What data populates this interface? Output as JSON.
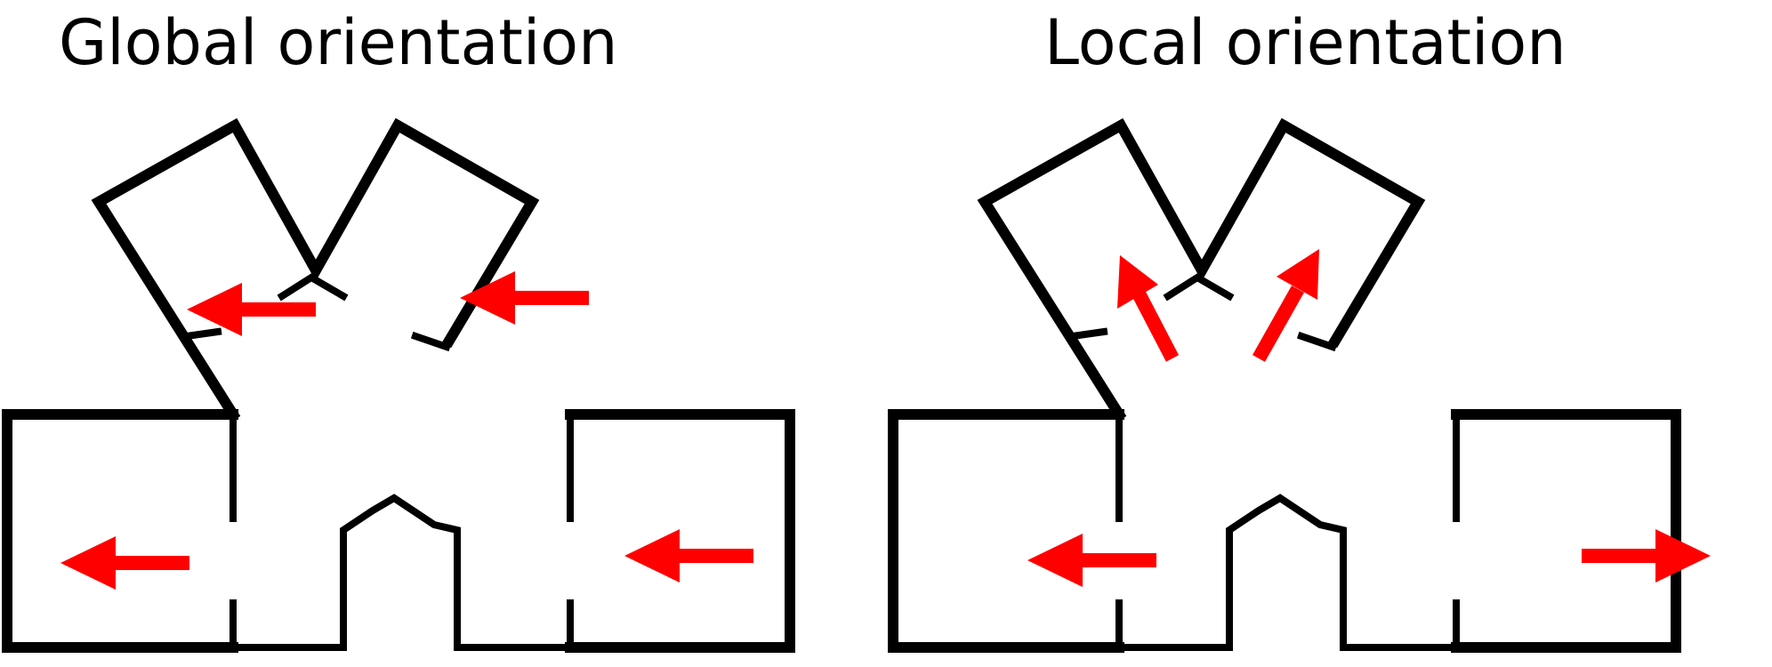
{
  "panels": [
    {
      "title": "Global orientation",
      "arrows": [
        {
          "room": "upper-left-room",
          "direction": "west"
        },
        {
          "room": "upper-right-room",
          "direction": "west"
        },
        {
          "room": "bottom-left-room",
          "direction": "west"
        },
        {
          "room": "bottom-right-room",
          "direction": "west"
        }
      ]
    },
    {
      "title": "Local orientation",
      "arrows": [
        {
          "room": "upper-left-room",
          "direction": "north-northwest"
        },
        {
          "room": "upper-right-room",
          "direction": "north-northeast"
        },
        {
          "room": "bottom-left-room",
          "direction": "west"
        },
        {
          "room": "bottom-right-room",
          "direction": "east"
        }
      ]
    }
  ],
  "colors": {
    "arrow": "#ff0000",
    "wall": "#000000",
    "background": "#ffffff"
  }
}
